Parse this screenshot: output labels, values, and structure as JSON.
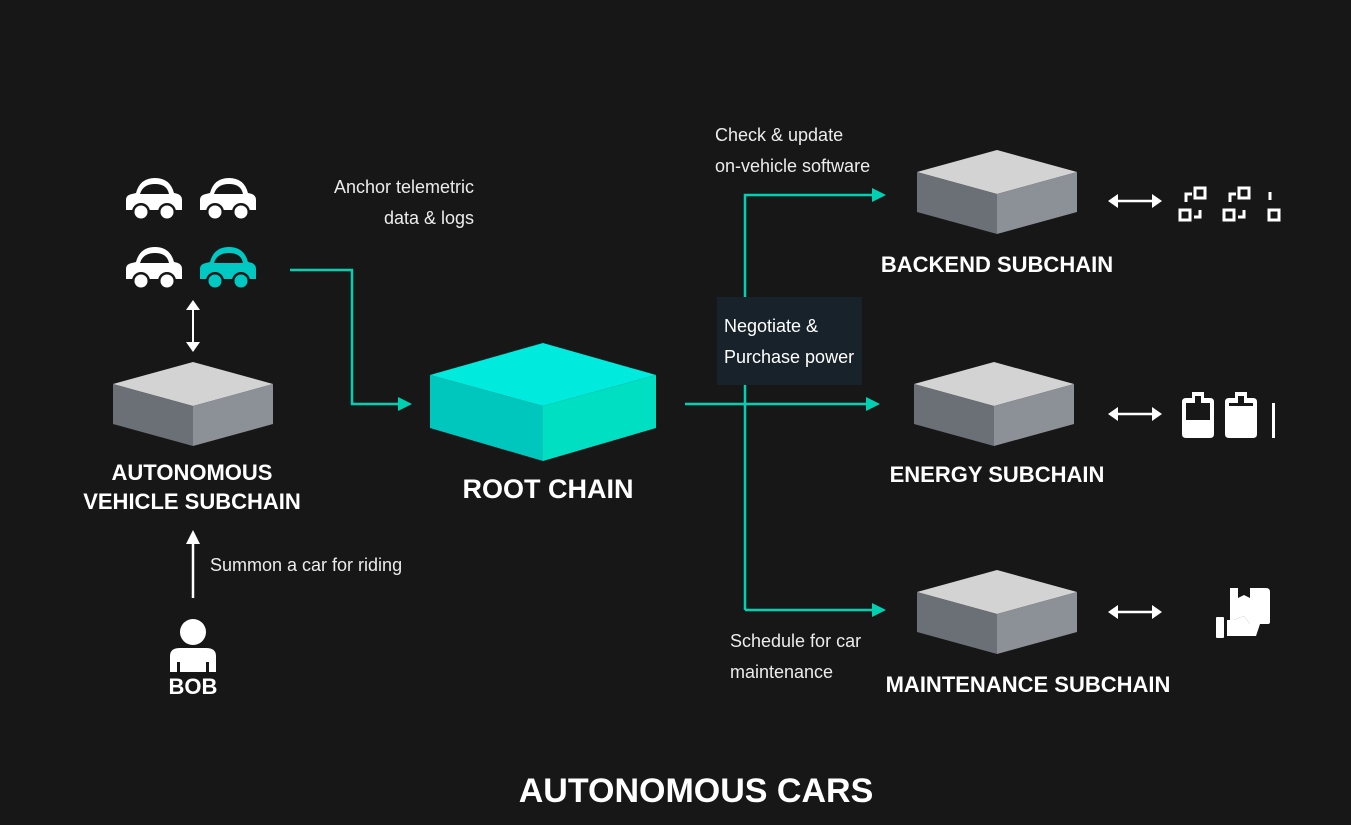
{
  "title": "AUTONOMOUS CARS",
  "colors": {
    "background": "#171717",
    "accent": "#00d1b2",
    "root_top": "#00eadd",
    "root_left": "#00c7bd",
    "root_right": "#00dfc2",
    "block_top": "#d3d3d3",
    "block_left": "#6b6f76",
    "block_right": "#8c9097",
    "highlight_car": "#00c9c4"
  },
  "nodes": {
    "vehicle_subchain": {
      "line1": "AUTONOMOUS",
      "line2": "VEHICLE SUBCHAIN"
    },
    "root_chain": {
      "label": "ROOT CHAIN"
    },
    "backend_subchain": {
      "label": "BACKEND SUBCHAIN",
      "icon": "blockchain-nodes-icon"
    },
    "energy_subchain": {
      "label": "ENERGY SUBCHAIN",
      "icon": "battery-icon"
    },
    "maintenance_subchain": {
      "label": "MAINTENANCE SUBCHAIN",
      "icon": "hand-package-icon"
    },
    "user": {
      "label": "BOB",
      "icon": "user-icon"
    }
  },
  "cars": [
    {
      "icon": "car-icon",
      "highlighted": false
    },
    {
      "icon": "car-icon",
      "highlighted": false
    },
    {
      "icon": "car-icon",
      "highlighted": false
    },
    {
      "icon": "car-icon",
      "highlighted": true
    }
  ],
  "edges": {
    "anchor": {
      "line1": "Anchor telemetric",
      "line2": "data & logs"
    },
    "summon": {
      "label": "Summon a car for riding"
    },
    "backend": {
      "line1": "Check & update",
      "line2": "on-vehicle software"
    },
    "energy": {
      "line1": "Negotiate &",
      "line2": "Purchase power"
    },
    "maintenance": {
      "line1": "Schedule for car",
      "line2": "maintenance"
    }
  }
}
